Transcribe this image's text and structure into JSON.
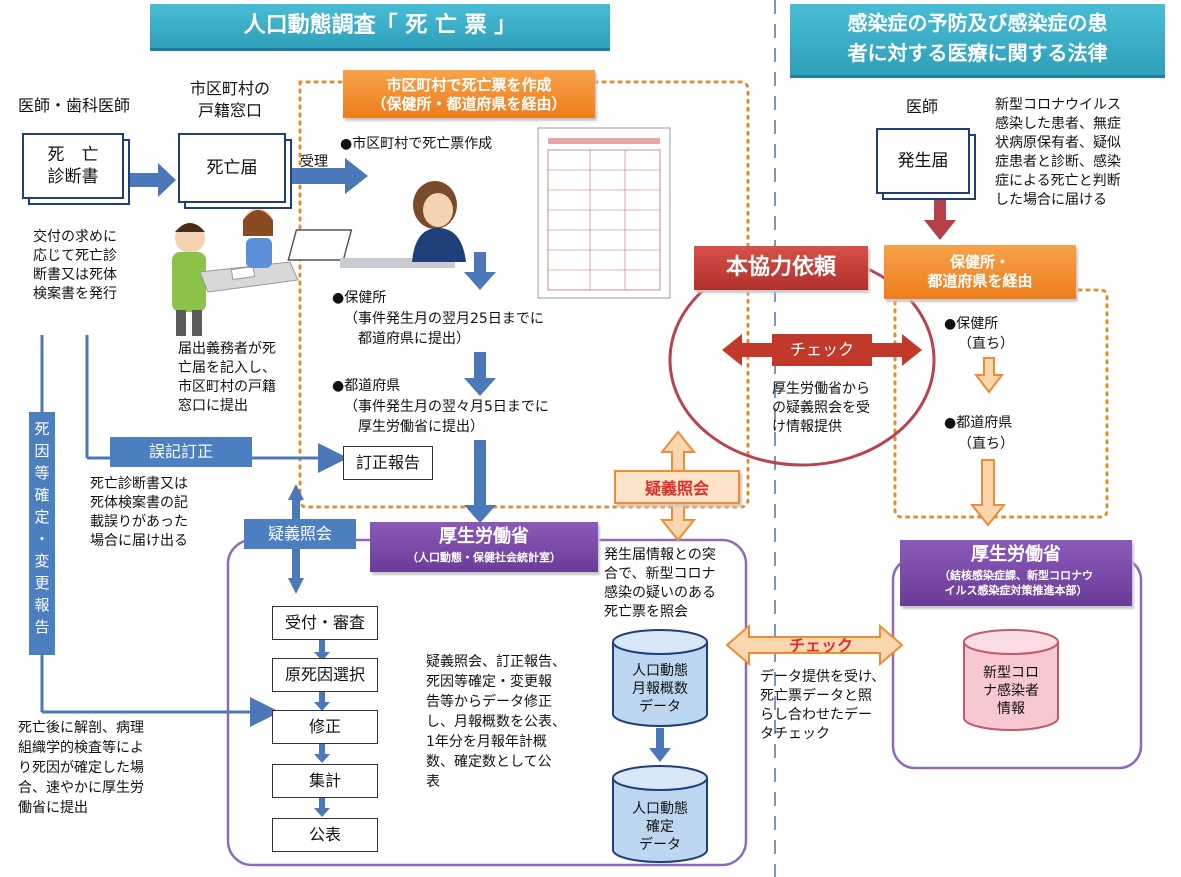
{
  "headers": {
    "left_title": "人口動態調査「 死 亡 票 」",
    "right_title": "感染症の予防及び感染症の患\n者に対する医療に関する法律"
  },
  "left": {
    "doctor_label": "医師・歯科医師",
    "certificate_doc": "死　亡\n診断書",
    "certificate_note": "交付の求めに\n応じて死亡診\n断書又は死体\n検案書を発行",
    "registry_label": "市区町村の\n戸籍窓口",
    "death_report_doc": "死亡届",
    "registry_note": "届出義務者が死\n亡届を記入し、\n市区町村の戸籍\n窓口に提出",
    "accept_label": "受理",
    "municipal_box": "市区町村で死亡票を作成\n（保健所・都道府県を経由）",
    "step_municipal": "●市区町村で死亡票作成",
    "step_health_center": "●保健所",
    "step_health_center_note": "（事件発生月の翌月25日までに\n　都道府県に提出）",
    "step_prefecture": "●都道府県",
    "step_prefecture_note": "（事件発生月の翌々月5日までに\n　厚生労働省に提出）",
    "correction_label": "誤記訂正",
    "correction_report": "訂正報告",
    "correction_note": "死亡診断書又は\n死体検案書の記\n載誤りがあった\n場合に届け出る",
    "cause_vertical": "死\n因\n等\n確\n定\n・\n変\n更\n報\n告",
    "cause_note": "死亡後に解剖、病理\n組織学的検査等によ\nり死因が確定した場\n合、速やかに厚生労\n働省に提出",
    "inquiry_label_blue": "疑義照会",
    "mhlw_title": "厚生労働省",
    "mhlw_sub": "（人口動態・保健社会統計室）",
    "process_steps": [
      "受付・審査",
      "原死因選択",
      "修正",
      "集計",
      "公表"
    ],
    "process_note": "疑義照会、訂正報告、\n死因等確定・変更報\n告等からデータ修正\nし、月報概数を公表、\n1年分を月報年計概\n数、確定数として公\n表",
    "inquiry_label_orange": "疑義照会",
    "match_note": "発生届情報との突\n合で、新型コロナ\n感染の疑いのある\n死亡票を照会",
    "cyl_monthly": "人口動態\n月報概数\nデータ",
    "cyl_final": "人口動態\n確定\nデータ"
  },
  "center": {
    "cooperation_label": "本協力依頼",
    "check_label_1": "チェック",
    "check_note_1": "厚生労働省から\nの疑義照会を受\nけ情報提供",
    "check_label_2": "チェック",
    "check_note_2": "データ提供を受け、\n死亡票データと照\nらし合わせたデー\nタチェック"
  },
  "right": {
    "doctor_label": "医師",
    "doctor_note": "新型コロナウイルス\n感染した患者、無症\n状病原保有者、疑似\n症患者と診断、感染\n症による死亡と判断\nした場合に届ける",
    "outbreak_doc": "発生届",
    "via_box": "保健所・\n都道府県を経由",
    "health_center": "●保健所",
    "direct_1": "（直ち）",
    "prefecture": "●都道府県",
    "direct_2": "（直ち）",
    "mhlw_title": "厚生労働省",
    "mhlw_sub": "（結核感染症課、新型コロナウ\nイルス感染症対策推進本部）",
    "cyl_covid": "新型コロ\nナ感染者\n情報"
  },
  "colors": {
    "header": "#3fb2cc",
    "orange": "#ee7d1c",
    "purple": "#6a3c98",
    "blue_label": "#4c7fc0",
    "red_box": "#c0392b",
    "cyl_blue": "#bcd7ef",
    "cyl_pink": "#f8c8d0"
  }
}
